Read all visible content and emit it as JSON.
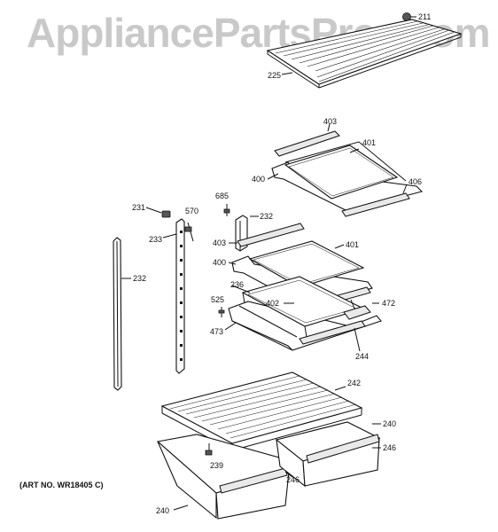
{
  "watermark": "AppliancePartsPros.com",
  "art_number": "(ART NO. WR18405 C)",
  "labels": {
    "l211": "211",
    "l225": "225",
    "l403a": "403",
    "l401a": "401",
    "l400a": "400",
    "l406": "406",
    "l685": "685",
    "l231": "231",
    "l570": "570",
    "l232a": "232",
    "l233": "233",
    "l403b": "403",
    "l401b": "401",
    "l400b": "400",
    "l232b": "232",
    "l236": "236",
    "l402": "402",
    "l525": "525",
    "l472": "472",
    "l473": "473",
    "l244": "244",
    "l242": "242",
    "l240a": "240",
    "l246a": "246",
    "l239": "239",
    "l246b": "246",
    "l240b": "240"
  }
}
